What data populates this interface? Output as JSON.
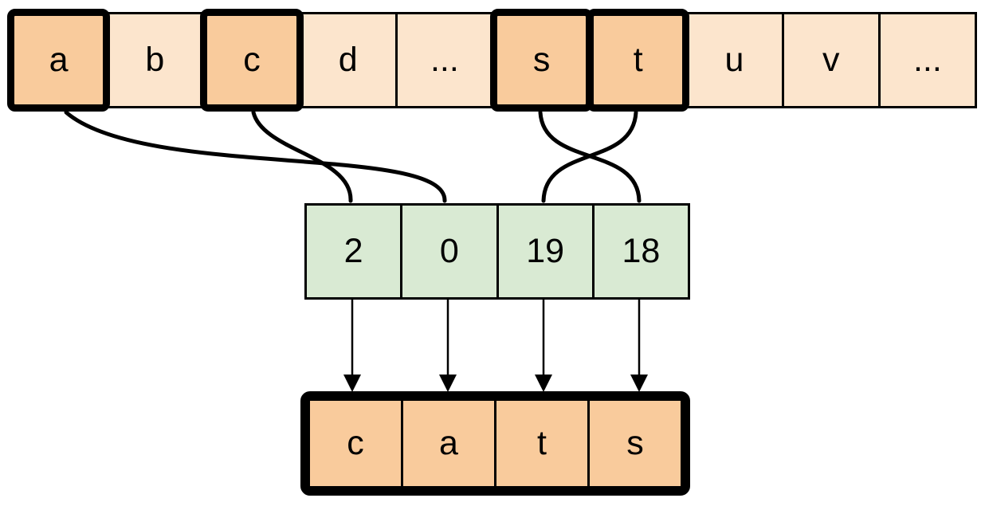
{
  "diagram": {
    "description": "Mapping letters of the alphabet to indices that spell a word",
    "word": "cats"
  },
  "alphabet_row": {
    "cells": [
      {
        "label": "a",
        "highlighted": true
      },
      {
        "label": "b",
        "highlighted": false
      },
      {
        "label": "c",
        "highlighted": true
      },
      {
        "label": "d",
        "highlighted": false
      },
      {
        "label": "...",
        "highlighted": false
      },
      {
        "label": "s",
        "highlighted": true
      },
      {
        "label": "t",
        "highlighted": true
      },
      {
        "label": "u",
        "highlighted": false
      },
      {
        "label": "v",
        "highlighted": false
      },
      {
        "label": "...",
        "highlighted": false
      }
    ]
  },
  "index_row": {
    "cells": [
      {
        "value": "2"
      },
      {
        "value": "0"
      },
      {
        "value": "19"
      },
      {
        "value": "18"
      }
    ]
  },
  "output_row": {
    "cells": [
      {
        "label": "c"
      },
      {
        "label": "a"
      },
      {
        "label": "t"
      },
      {
        "label": "s"
      }
    ]
  },
  "connections": [
    {
      "from_letter": "a",
      "to_index_value": "0"
    },
    {
      "from_letter": "c",
      "to_index_value": "2"
    },
    {
      "from_letter": "s",
      "to_index_value": "18"
    },
    {
      "from_letter": "t",
      "to_index_value": "19"
    }
  ],
  "arrows": [
    {
      "from_index_value": "2",
      "to_output_letter": "c"
    },
    {
      "from_index_value": "0",
      "to_output_letter": "a"
    },
    {
      "from_index_value": "19",
      "to_output_letter": "t"
    },
    {
      "from_index_value": "18",
      "to_output_letter": "s"
    }
  ],
  "colors": {
    "highlight_fill": "#f9cb9c",
    "plain_fill": "#fce5cd",
    "index_fill": "#d9ead3",
    "stroke": "#000000",
    "background": "#ffffff"
  }
}
